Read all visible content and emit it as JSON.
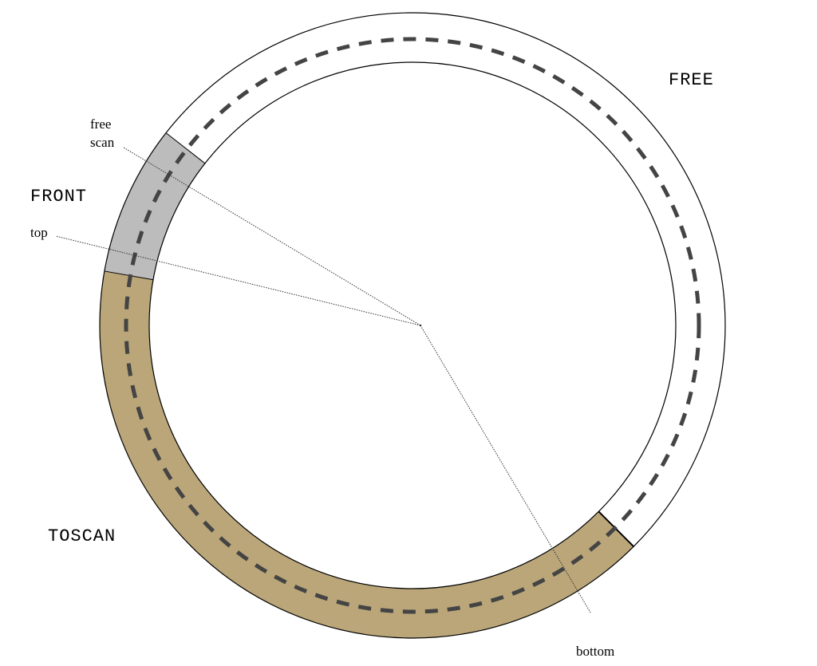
{
  "regions": {
    "free": {
      "label": "FREE",
      "color": "#ffffff"
    },
    "front": {
      "label": "FRONT",
      "color": "#bcbcbc"
    },
    "toscan": {
      "label": "TOSCAN",
      "color": "#baa679"
    }
  },
  "pointers": {
    "free_scan": {
      "line1": "free",
      "line2": "scan"
    },
    "top": {
      "label": "top"
    },
    "bottom": {
      "label": "bottom"
    }
  },
  "colors": {
    "outline": "#000000",
    "dash_track": "#444444"
  }
}
